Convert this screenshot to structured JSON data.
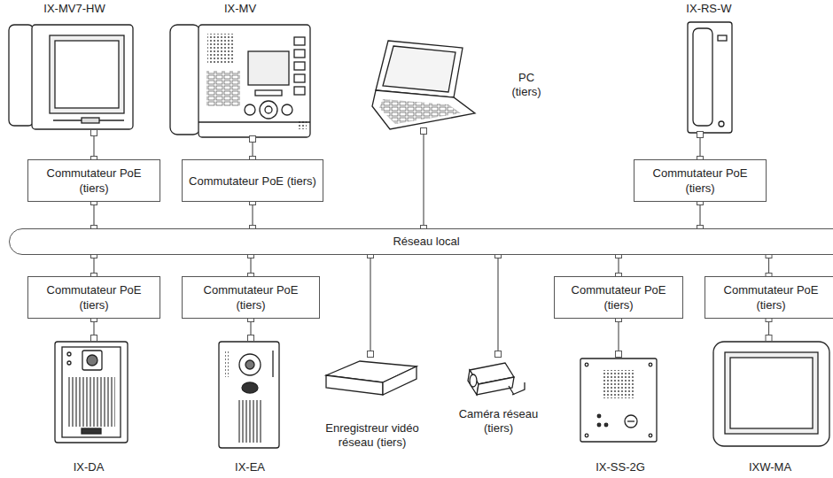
{
  "diagram": {
    "nodes": [
      {
        "text": [
          "IX-MV7-HW"
        ]
      },
      {
        "text": [
          "IX-MV"
        ]
      },
      {
        "text": [
          "PC (tiers)"
        ]
      },
      {
        "text": [
          "IX-RS-W"
        ]
      },
      {
        "text": [
          "Commutateur PoE (tiers)"
        ]
      },
      {
        "text": [
          "Commutateur PoE (tiers)"
        ]
      },
      {
        "text": [
          "Commutateur PoE (tiers)"
        ]
      },
      {
        "text": [
          "Réseau local"
        ]
      },
      {
        "text": [
          "Commutateur PoE (tiers)"
        ]
      },
      {
        "text": [
          "Commutateur PoE (tiers)"
        ]
      },
      {
        "text": [
          "Commutateur PoE (tiers)"
        ]
      },
      {
        "text": [
          "Commutateur PoE (tiers)"
        ]
      },
      {
        "text": [
          "IX-DA"
        ]
      },
      {
        "text": [
          "IX-EA"
        ]
      },
      {
        "text": [
          "Enregistreur vidéo réseau (tiers)"
        ]
      },
      {
        "text": [
          "Caméra réseau (tiers)"
        ]
      },
      {
        "text": [
          "IX-SS-2G"
        ]
      },
      {
        "text": [
          "IXW-MA"
        ]
      }
    ],
    "edges": [
      {
        "from": 0,
        "to": 4,
        "arrow": "none"
      },
      {
        "from": 1,
        "to": 5,
        "arrow": "none"
      },
      {
        "from": 3,
        "to": 6,
        "arrow": "none"
      },
      {
        "from": 4,
        "to": 7,
        "arrow": "none"
      },
      {
        "from": 5,
        "to": 7,
        "arrow": "none"
      },
      {
        "from": 2,
        "to": 7,
        "arrow": "none"
      },
      {
        "from": 6,
        "to": 7,
        "arrow": "none"
      },
      {
        "from": 7,
        "to": 8,
        "arrow": "none"
      },
      {
        "from": 7,
        "to": 9,
        "arrow": "none"
      },
      {
        "from": 7,
        "to": 14,
        "arrow": "none"
      },
      {
        "from": 7,
        "to": 15,
        "arrow": "none"
      },
      {
        "from": 7,
        "to": 10,
        "arrow": "none"
      },
      {
        "from": 7,
        "to": 11,
        "arrow": "none"
      },
      {
        "from": 8,
        "to": 12,
        "arrow": "none"
      },
      {
        "from": 9,
        "to": 13,
        "arrow": "none"
      },
      {
        "from": 10,
        "to": 16,
        "arrow": "none"
      },
      {
        "from": 11,
        "to": 17,
        "arrow": "none"
      }
    ]
  }
}
